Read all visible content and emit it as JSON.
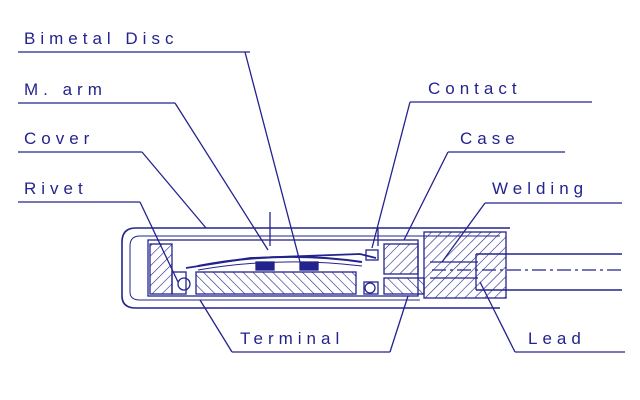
{
  "labels": {
    "bimetal_disc": "Bimetal Disc",
    "m_arm": "M. arm",
    "cover": "Cover",
    "rivet": "Rivet",
    "contact": "Contact",
    "case": "Case",
    "welding": "Welding",
    "terminal": "Terminal",
    "lead": "Lead"
  },
  "colors": {
    "ink": "#23238e",
    "paper": "#ffffff"
  }
}
